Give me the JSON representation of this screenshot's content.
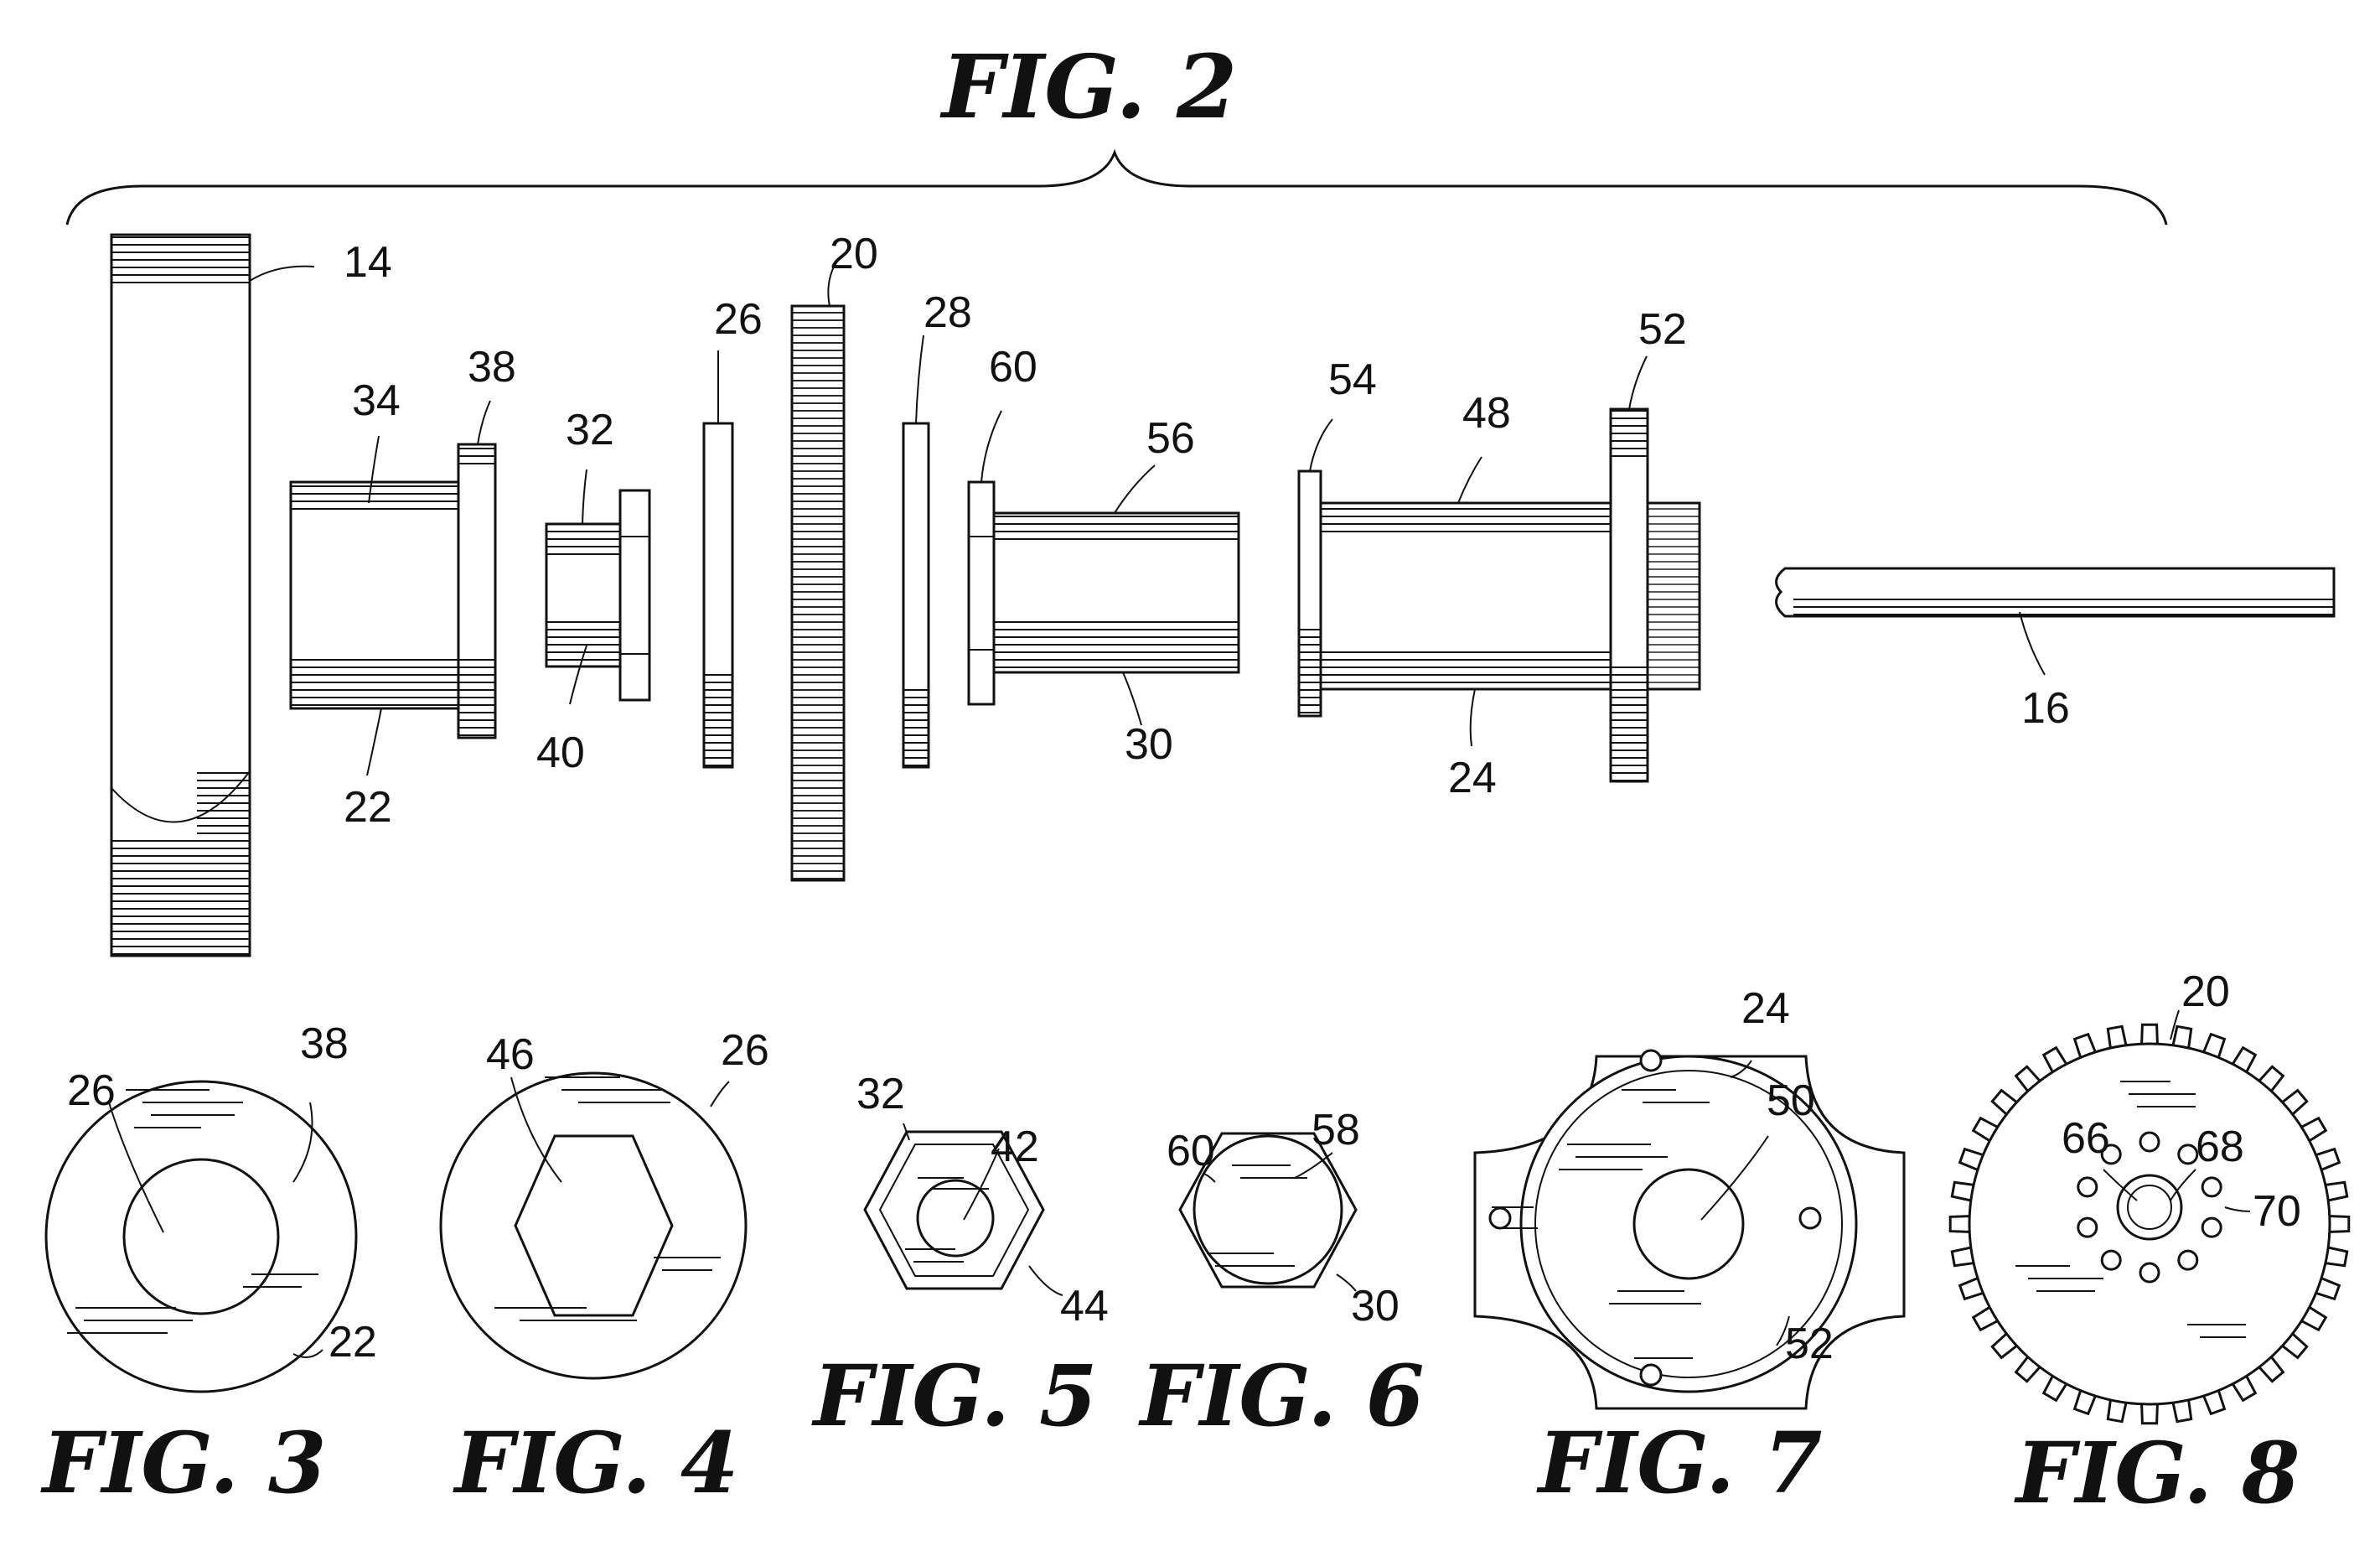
{
  "figures": {
    "fig2": "FIG. 2",
    "fig3": "FIG. 3",
    "fig4": "FIG. 4",
    "fig5": "FIG. 5",
    "fig6": "FIG. 6",
    "fig7": "FIG. 7",
    "fig8": "FIG. 8"
  },
  "fig2_refs": {
    "r14": "14",
    "r20": "20",
    "r26": "26",
    "r28": "28",
    "r60": "60",
    "r56": "56",
    "r54": "54",
    "r48": "48",
    "r52": "52",
    "r34": "34",
    "r38": "38",
    "r32": "32",
    "r40": "40",
    "r22": "22",
    "r30": "30",
    "r24": "24",
    "r16": "16"
  },
  "fig3_refs": {
    "r26": "26",
    "r38": "38",
    "r22": "22"
  },
  "fig4_refs": {
    "r46": "46",
    "r26": "26"
  },
  "fig5_refs": {
    "r32": "32",
    "r42": "42",
    "r44": "44"
  },
  "fig6_refs": {
    "r60": "60",
    "r58": "58",
    "r30": "30"
  },
  "fig7_refs": {
    "r24": "24",
    "r50": "50",
    "r52": "52"
  },
  "fig8_refs": {
    "r20": "20",
    "r66": "66",
    "r68": "68",
    "r70": "70"
  }
}
